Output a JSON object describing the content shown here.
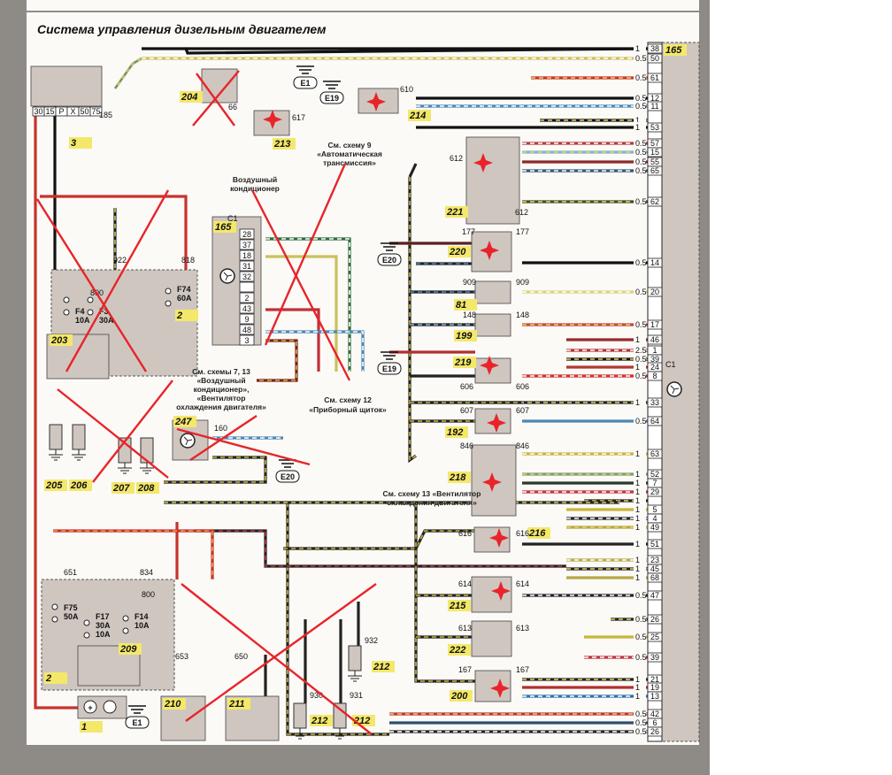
{
  "title": "Система управления дизельным двигателем",
  "colors": {
    "paper": "#fbfaf7",
    "block": "#cfc6c0",
    "badge": "#f4e86a",
    "cross": "#e8242a",
    "border": "#8e8a85"
  },
  "components": {
    "c1": "1",
    "c2a": "2",
    "c2b": "2",
    "c3": "3",
    "c81": "81",
    "c165a": "165",
    "c165b": "165",
    "c192": "192",
    "c199": "199",
    "c200": "200",
    "c203": "203",
    "c204": "204",
    "c205": "205",
    "c206": "206",
    "c207": "207",
    "c208": "208",
    "c209": "209",
    "c210": "210",
    "c211": "211",
    "c212a": "212",
    "c212b": "212",
    "c212c": "212",
    "c213": "213",
    "c214": "214",
    "c215": "215",
    "c216": "216",
    "c218": "218",
    "c219": "219",
    "c220": "220",
    "c221": "221",
    "c222": "222",
    "c247": "247"
  },
  "grounds": {
    "g1": "E1",
    "g2": "E19",
    "g3": "E20",
    "g4": "E19",
    "g5": "E20",
    "g6": "E1"
  },
  "fuses": {
    "f4": "F4",
    "f4v": "10A",
    "f3": "F3",
    "f3v": "30A",
    "f74": "F74",
    "f74v": "60A",
    "f75": "F75",
    "f75v": "50A",
    "f17": "F17",
    "f17v": "30A",
    "f17v2": "10A",
    "f14": "F14",
    "f14v": "10A"
  },
  "ignition_terminals": [
    "30",
    "15",
    "P",
    "X",
    "50",
    "75"
  ],
  "connector_numbers": {
    "n185": "185",
    "n922": "922",
    "n818": "818",
    "n800a": "800",
    "n800b": "800",
    "n610": "610",
    "n617": "617",
    "n66": "66",
    "n612a": "612",
    "n612b": "612",
    "n177a": "177",
    "n177b": "177",
    "n909a": "909",
    "n909b": "909",
    "n148a": "148",
    "n148b": "148",
    "n606a": "606",
    "n606b": "606",
    "n607a": "607",
    "n607b": "607",
    "n846a": "846",
    "n846b": "846",
    "n616a": "616",
    "n616b": "616",
    "n614a": "614",
    "n614b": "614",
    "n613a": "613",
    "n613b": "613",
    "n167a": "167",
    "n167b": "167",
    "n160": "160",
    "n651": "651",
    "n834": "834",
    "n650": "650",
    "n653": "653",
    "n930": "930",
    "n931": "931",
    "n932": "932",
    "c1a": "C1",
    "c1b": "C1"
  },
  "inner_connector_165_pins": [
    "28",
    "37",
    "18",
    "31",
    "32",
    "",
    "2",
    "43",
    "9",
    "48",
    "3"
  ],
  "connector_165_pins": [
    {
      "pin": "38",
      "wire": "1",
      "color": "#111111"
    },
    {
      "pin": "50",
      "wire": "0.5",
      "color": "#c9c25a"
    },
    {
      "pin": "61",
      "wire": "0.5",
      "color": "#c8322c"
    },
    {
      "pin": "12",
      "wire": "0.5",
      "color": "#111111"
    },
    {
      "pin": "11",
      "wire": "0.5",
      "color": "#4d86b5"
    },
    {
      "pin": "",
      "wire": "1",
      "color": "#111111"
    },
    {
      "pin": "53",
      "wire": "1",
      "color": "#111111"
    },
    {
      "pin": "57",
      "wire": "0.5",
      "color": "#b73a3a"
    },
    {
      "pin": "15",
      "wire": "0.5",
      "color": "#7fb3d5"
    },
    {
      "pin": "55",
      "wire": "0.5",
      "color": "#8a2a2a"
    },
    {
      "pin": "65",
      "wire": "0.5",
      "color": "#33556e"
    },
    {
      "pin": "62",
      "wire": "0.5",
      "color": "#3d4a2a"
    },
    {
      "pin": "14",
      "wire": "0.5",
      "color": "#111111"
    },
    {
      "pin": "20",
      "wire": "0.5",
      "color": "#d9d27a"
    },
    {
      "pin": "17",
      "wire": "0.5",
      "color": "#c2463e"
    },
    {
      "pin": "46",
      "wire": "1",
      "color": "#9a2b2b"
    },
    {
      "pin": "1",
      "wire": "2.5",
      "color": "#b23030"
    },
    {
      "pin": "39",
      "wire": "0.5",
      "color": "#111111"
    },
    {
      "pin": "24",
      "wire": "1",
      "color": "#b13a30"
    },
    {
      "pin": "8",
      "wire": "0.5",
      "color": "#cc2e2a"
    },
    {
      "pin": "33",
      "wire": "1",
      "color": "#222222"
    },
    {
      "pin": "64",
      "wire": "0.5",
      "color": "#4d86b5"
    },
    {
      "pin": "63",
      "wire": "1",
      "color": "#c9b53a"
    },
    {
      "pin": "52",
      "wire": "1",
      "color": "#7a9e7a"
    },
    {
      "pin": "7",
      "wire": "1",
      "color": "#2b3b2b"
    },
    {
      "pin": "29",
      "wire": "1",
      "color": "#c0303a"
    },
    {
      "pin": "",
      "wire": "1",
      "color": "#222222"
    },
    {
      "pin": "5",
      "wire": "1",
      "color": "#c9b53a"
    },
    {
      "pin": "4",
      "wire": "1",
      "color": "#222222"
    },
    {
      "pin": "49",
      "wire": "1",
      "color": "#b6a846"
    },
    {
      "pin": "51",
      "wire": "1",
      "color": "#222222"
    },
    {
      "pin": "23",
      "wire": "1",
      "color": "#b6a846"
    },
    {
      "pin": "45",
      "wire": "1",
      "color": "#222222"
    },
    {
      "pin": "68",
      "wire": "1",
      "color": "#b6a846"
    },
    {
      "pin": "47",
      "wire": "0.5",
      "color": "#222222"
    },
    {
      "pin": "26",
      "wire": "0.5",
      "color": "#222222"
    },
    {
      "pin": "25",
      "wire": "0.5",
      "color": "#c9b53a"
    },
    {
      "pin": "39",
      "wire": "0.5",
      "color": "#c0303a"
    },
    {
      "pin": "21",
      "wire": "1",
      "color": "#222222"
    },
    {
      "pin": "19",
      "wire": "1",
      "color": "#b23030"
    },
    {
      "pin": "13",
      "wire": "1",
      "color": "#2f6fb0"
    },
    {
      "pin": "42",
      "wire": "0.5",
      "color": "#c0303a"
    },
    {
      "pin": "6",
      "wire": "0.5",
      "color": "#2f4f6f"
    },
    {
      "pin": "26",
      "wire": "0.5",
      "color": "#222222"
    }
  ],
  "notes": {
    "n9_1": "См. схему 9",
    "n9_2": "«Автоматическая",
    "n9_3": "трансмиссия»",
    "ac_1": "Воздушный",
    "ac_2": "кондиционер",
    "n7_1": "См. схемы 7, 13",
    "n7_2": "«Воздушный",
    "n7_3": "кондиционер»,",
    "n7_4": "«Вентилятор",
    "n7_5": "охлаждения двигателя»",
    "n12_1": "См. схему 12",
    "n12_2": "«Приборный щиток»",
    "n13_1": "См. схему 13 «Вентилятор",
    "n13_2": "охлаждения двигателя»"
  }
}
